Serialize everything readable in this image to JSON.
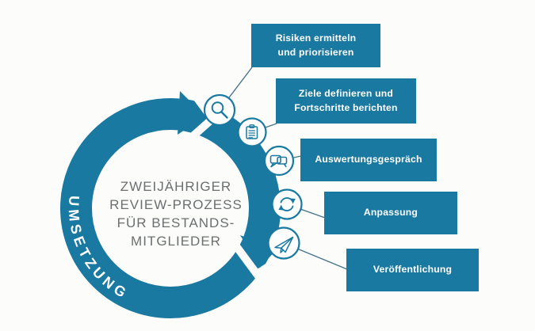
{
  "diagram": {
    "ring_word": "UMSETZUNG",
    "center_text_lines": [
      "ZWEIJÄHRIGER",
      "REVIEW-PROZESS",
      "FÜR BESTANDS-",
      "MITGLIEDER"
    ],
    "steps": [
      {
        "icon": "magnifier",
        "label": "Risiken ermitteln\nund priorisieren"
      },
      {
        "icon": "clipboard",
        "label": "Ziele definieren und\nFortschritte berichten"
      },
      {
        "icon": "speech-bubbles",
        "label": "Auswertungsgespräch"
      },
      {
        "icon": "refresh-arrows",
        "label": "Anpassung"
      },
      {
        "icon": "paper-plane",
        "label": "Veröffentlichung"
      }
    ],
    "colors": {
      "teal": "#1a79a0",
      "center_text_gray": "#6b6f72",
      "connector_line": "#47758c",
      "background": "#fcfcfa",
      "label_text": "#ffffff"
    }
  }
}
